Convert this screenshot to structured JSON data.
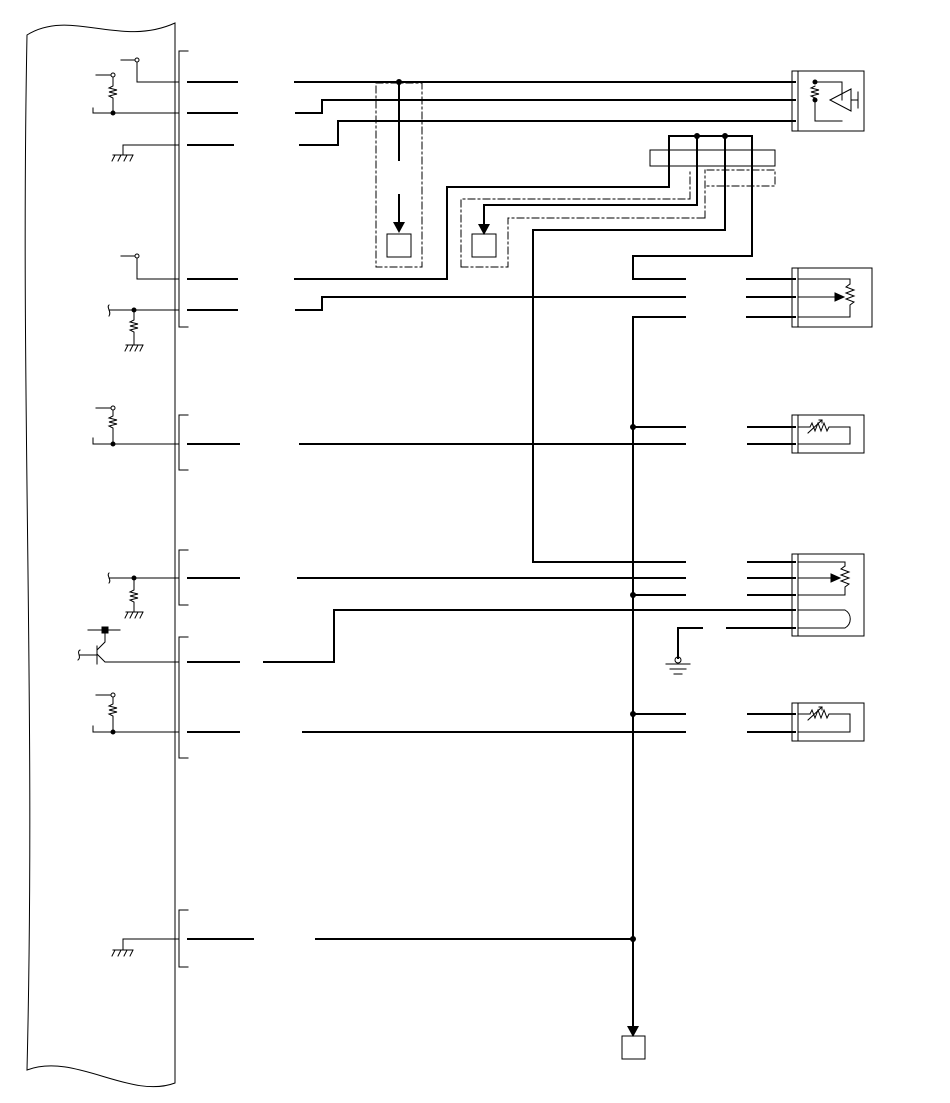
{
  "diagram": {
    "type": "wiring-schematic",
    "text_labels": [],
    "colors": {
      "line": "#000000",
      "background": "#ffffff"
    },
    "components": {
      "control_module": "ecu-body",
      "sensors": [
        "pressure-sensor",
        "potentiometer-sensor",
        "thermistor-sensor-1",
        "throttle-position-sensor",
        "thermistor-sensor-2"
      ],
      "grounds": [
        "ground-symbol-1",
        "ground-symbol-2",
        "ground-symbol-3",
        "ground-symbol-4"
      ],
      "junction_boxes": [
        "junction-box-1",
        "junction-box-2",
        "junction-box-3"
      ]
    }
  }
}
